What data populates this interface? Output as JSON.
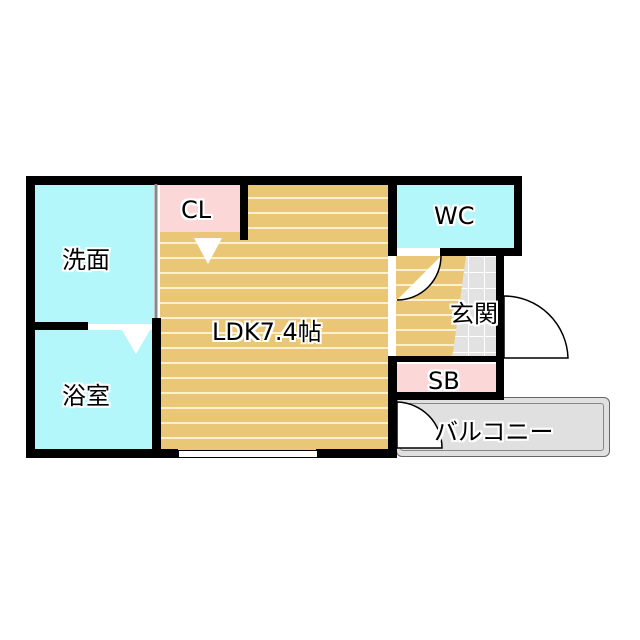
{
  "floor_plan": {
    "rooms": {
      "senmen": {
        "label": "洗面",
        "color": "#b3f7fa"
      },
      "yokushitsu": {
        "label": "浴室",
        "color": "#b3f7fa"
      },
      "cl": {
        "label": "CL",
        "color": "#fbd7d7"
      },
      "ldk": {
        "label": "LDK7.4帖",
        "color": "#e9c777"
      },
      "wc": {
        "label": "WC",
        "color": "#b3f7fa"
      },
      "genkan": {
        "label": "玄関",
        "color": "#e2e2e2"
      },
      "sb": {
        "label": "SB",
        "color": "#fbd7d7"
      },
      "balcony": {
        "label": "バルコニー",
        "color": "#e0e0e0"
      }
    },
    "wall_color": "#000000"
  }
}
